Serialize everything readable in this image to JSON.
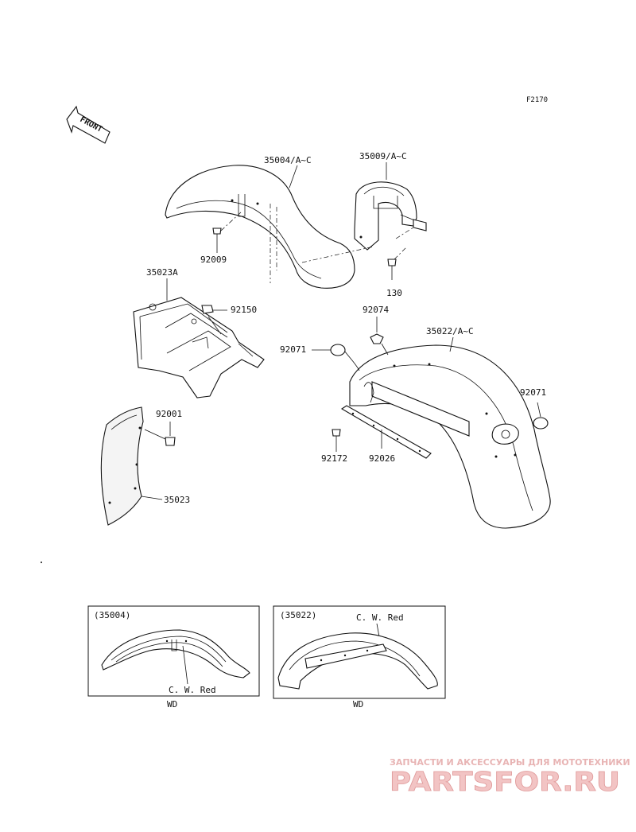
{
  "figure_code": "F2170",
  "front_label": "FRONT",
  "callouts": {
    "front_fender": "35004/A~C",
    "front_fender_bracket": "35009/A~C",
    "bolt_front_fender": "92009",
    "bolt_130": "130",
    "inner_fender_box": "35023A",
    "nut_92150": "92150",
    "washer_92074": "92074",
    "rear_fender": "35022/A~C",
    "grommet_left": "92071",
    "grommet_right": "92071",
    "bolt_92001": "92001",
    "mudguard_flap": "35023",
    "screw_92172": "92172",
    "strip_92026": "92026"
  },
  "inset_front": {
    "ref": "(35004)",
    "note": "C. W. Red",
    "caption": "WD"
  },
  "inset_rear": {
    "ref": "(35022)",
    "note": "C. W. Red",
    "caption": "WD"
  },
  "watermark": {
    "tagline": "ЗАПЧАСТИ И АКСЕССУАРЫ ДЛЯ МОТОТЕХНИКИ",
    "brand": "PARTSFOR.RU"
  }
}
